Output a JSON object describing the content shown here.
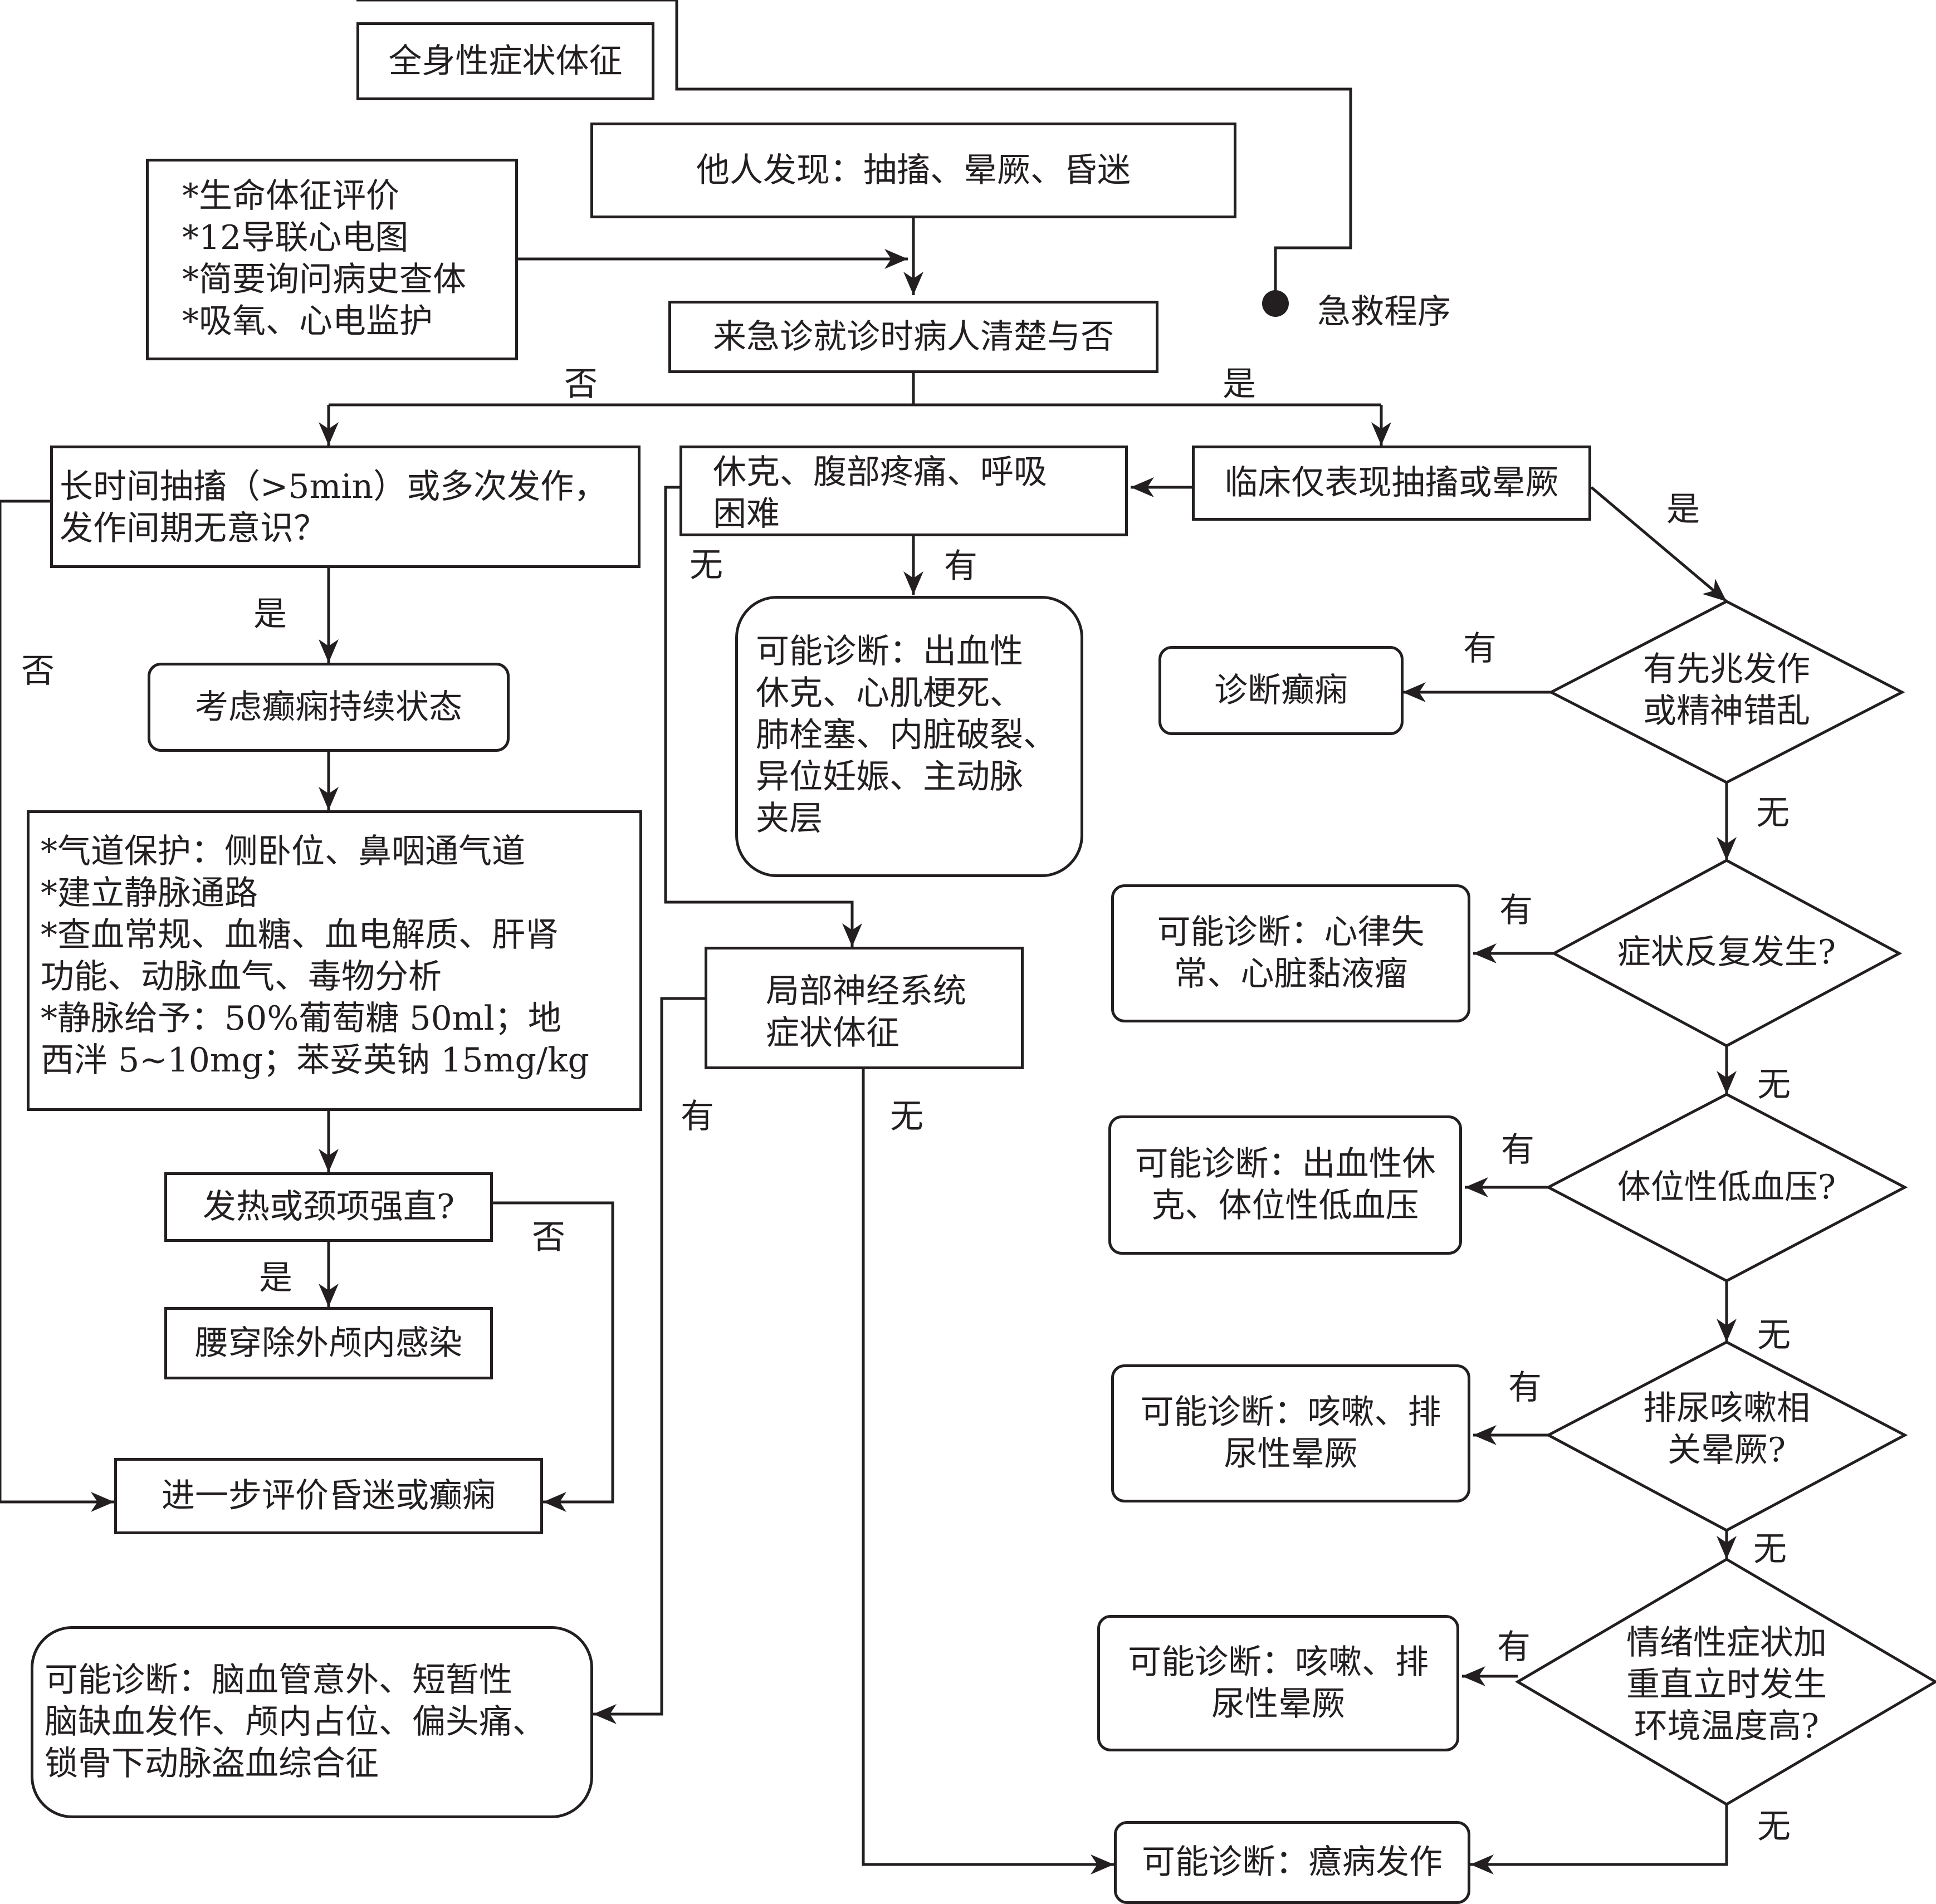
{
  "nodes": {
    "systemic": "全身性症状体征",
    "witness": "他人发现：抽搐、晕厥、昏迷",
    "emergency": "急救程序",
    "initial_steps": "*生命体征评价\n*12导联心电图\n*简要询问病史查体\n*吸氧、心电监护",
    "conscious": "来急诊就诊时病人清楚与否",
    "long_seizure": "长时间抽搐（>5min）或多次发作，\n发作间期无意识？",
    "shock_pain": "休克、腹部疼痛、呼吸\n困难",
    "clinical_only": "临床仅表现抽搐或晕厥",
    "status_epilepticus": "考虑癫痫持续状态",
    "dx_hemorrhagic": "可能诊断：出血性\n休克、心肌梗死、\n肺栓塞、内脏破裂、\n异位妊娠、主动脉\n夹层",
    "aura_q": "有先兆发作\n或精神错乱",
    "dx_epilepsy": "诊断癫痫",
    "airway": "*气道保护：侧卧位、鼻咽通气道\n*建立静脉通路\n*查血常规、血糖、血电解质、肝肾\n功能、动脉血气、毒物分析\n*静脉给予：50%葡萄糖 50ml；地\n西泮 5~10mg；苯妥英钠 15mg/kg",
    "repeat_q": "症状反复发生?",
    "dx_arrhythmia": "可能诊断：心律失\n常、心脏黏液瘤",
    "focal_neuro": "局部神经系统\n症状体征",
    "posture_q": "体位性低血压?",
    "dx_orthostatic": "可能诊断：出血性休\n克、体位性低血压",
    "fever_q": "发热或颈项强直?",
    "lumbar": "腰穿除外颅内感染",
    "mict_q": "排尿咳嗽相\n关晕厥?",
    "dx_cough1": "可能诊断：咳嗽、排\n尿性晕厥",
    "further_eval": "进一步评价昏迷或癫痫",
    "emotion_q": "情绪性症状加\n重直立时发生\n环境温度高?",
    "dx_cough2": "可能诊断：咳嗽、排\n尿性晕厥",
    "dx_cerebro": "可能诊断：脑血管意外、短暂性\n脑缺血发作、颅内占位、偏头痛、\n锁骨下动脉盗血综合征",
    "dx_hysteria": "可能诊断：癔病发作"
  },
  "labels": {
    "fou_top": "否",
    "shi_top": "是",
    "shi_right": "是",
    "fou_left": "否",
    "shi_epi": "是",
    "wu_shock": "无",
    "you_shock": "有",
    "you_aura": "有",
    "wu_aura": "无",
    "you_repeat": "有",
    "wu_repeat": "无",
    "you_focal": "有",
    "wu_focal": "无",
    "you_posture": "有",
    "wu_posture": "无",
    "fou_fever": "否",
    "shi_fever": "是",
    "you_mict": "有",
    "wu_mict": "无",
    "you_emotion": "有",
    "wu_emotion": "无"
  }
}
